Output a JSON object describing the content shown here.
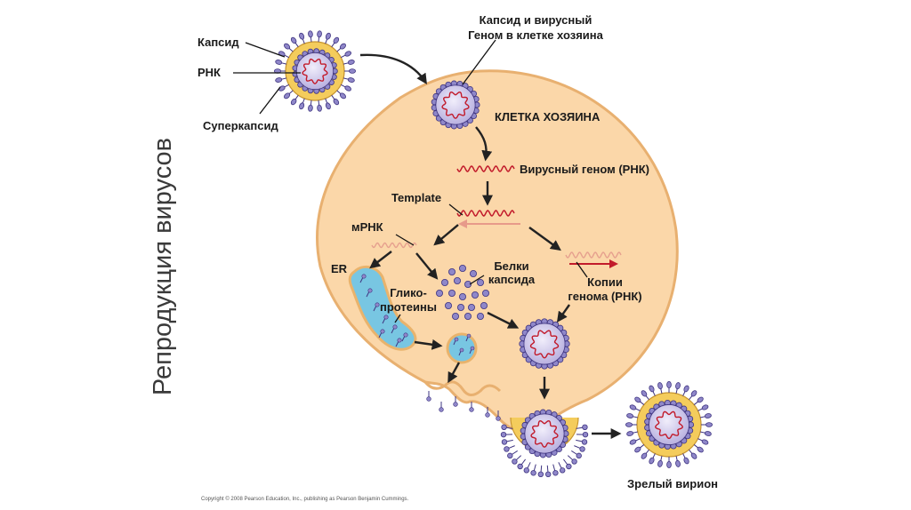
{
  "side_title": "Репродукция вирусов",
  "labels": {
    "capsid": "Капсид",
    "rna": "РНК",
    "supercapsid": "Суперкапсид",
    "capsid_genome_line1": "Капсид и вирусный",
    "capsid_genome_line2": "Геном в клетке хозяина",
    "host_cell": "КЛЕТКА ХОЗЯИНА",
    "viral_genome": "Вирусный геном (РНК)",
    "template": "Template",
    "mrna": "мРНК",
    "er": "ER",
    "capsid_proteins_line1": "Белки",
    "capsid_proteins_line2": "капсида",
    "glyco_line1": "Глико-",
    "glyco_line2": "протеины",
    "genome_copies_line1": "Копии",
    "genome_copies_line2": "генома (РНК)",
    "mature_virion": "Зрелый вирион"
  },
  "copyright": "Copyright © 2008 Pearson Education, Inc., publishing as Pearson Benjamin Cummings.",
  "colors": {
    "cell_fill": "#fbd7a9",
    "cell_edge": "#e8b070",
    "capsid_purple": "#8f87c9",
    "capsid_edge": "#3e3480",
    "inner_core": "#e3dff2",
    "rna_red": "#c21b2b",
    "envelope_yellow": "#f4cc5c",
    "er_blue": "#78c6e2"
  },
  "icons": [
    "virus-particle-icon",
    "capsid-protein-icon",
    "glycoprotein-spike-icon",
    "arrow-icon"
  ]
}
